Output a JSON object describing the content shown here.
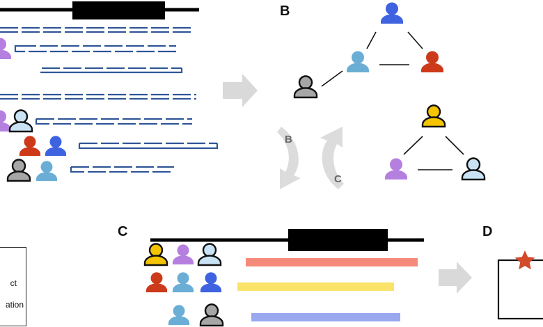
{
  "panels": {
    "b": "B",
    "c": "C",
    "d": "D"
  },
  "cycle": {
    "label_top": "B",
    "label_bottom": "C"
  },
  "legend": {
    "line1": "ct",
    "line2": "ation"
  },
  "colors": {
    "read_blue": "#2f5597",
    "bar_black": "#000000",
    "arrow_gray": "#d9d9d9",
    "gray_person": "#a6a6a6",
    "purple_person": "#b57fe0",
    "light_blue_person": "#6aaed6",
    "pale_blue_person": "#c9e3f5",
    "red_person": "#cc3a1a",
    "royal_blue_person": "#3f63e0",
    "gold_person": "#f5c400",
    "salmon_bar": "#f58a7a",
    "yellow_bar": "#fbe36a",
    "lavender_bar": "#9aa8f0",
    "star": "#d24a2a"
  }
}
